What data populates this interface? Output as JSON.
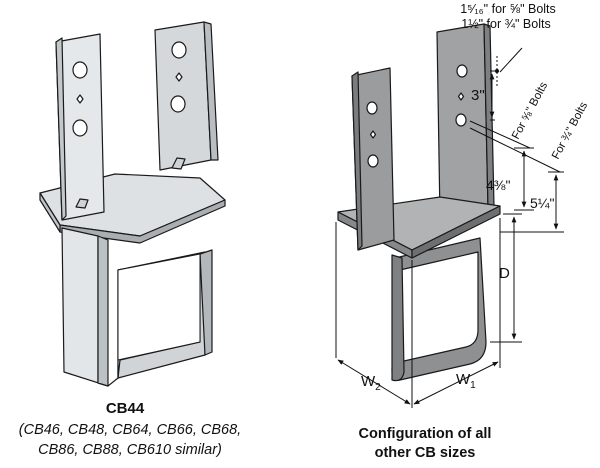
{
  "left_figure": {
    "title": "CB44",
    "similar_line_1": "(CB46, CB48, CB64, CB66, CB68,",
    "similar_line_2": "CB86, CB88, CB610 similar)"
  },
  "right_figure": {
    "caption_line_1": "Configuration of all",
    "caption_line_2": "other CB sizes",
    "bolt_note_1": "1⁵⁄₁₆\" for ⅝\" Bolts",
    "bolt_note_2": "1½\" for ¾\" Bolts",
    "dim_3": "3\"",
    "for_58": "For ⅝\" Bolts",
    "for_34": "For ¾\" Bolts",
    "dim_4_3_8": "4⅜\"",
    "dim_5_1_4": "5¼\"",
    "dim_D": "D",
    "dim_W1": "W",
    "dim_W1_sub": "1",
    "dim_W2": "W",
    "dim_W2_sub": "2"
  },
  "colors": {
    "galvanized_light": "#e3e7ea",
    "galvanized_mid": "#c7ccd0",
    "galvanized_dark": "#9aa0a5",
    "gray_light": "#a7a9ab",
    "gray_mid": "#8f9193",
    "gray_dark": "#6f7173",
    "outline": "#1a1a1a"
  }
}
